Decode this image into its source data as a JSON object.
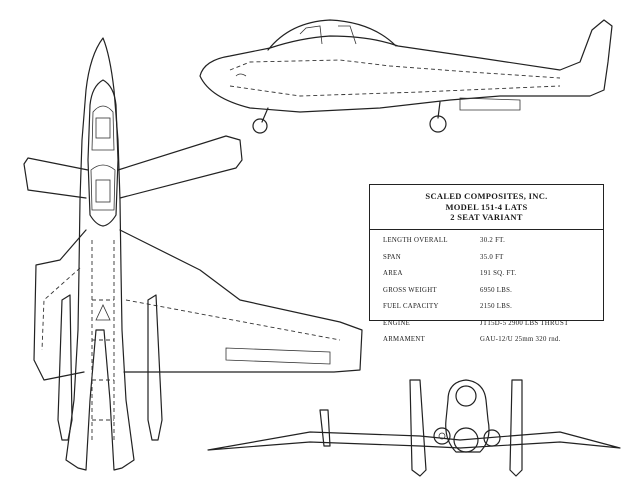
{
  "spec_table": {
    "title_lines": [
      "SCALED COMPOSITES, INC.",
      "MODEL 151-4 LATS",
      "2 SEAT VARIANT"
    ],
    "rows": [
      {
        "label": "LENGTH OVERALL",
        "value": "30.2 FT."
      },
      {
        "label": "SPAN",
        "value": "35.0 FT"
      },
      {
        "label": "AREA",
        "value": "191 SQ. FT."
      },
      {
        "label": "GROSS WEIGHT",
        "value": "6950 LBS."
      },
      {
        "label": "FUEL CAPACITY",
        "value": "2150 LBS."
      },
      {
        "label": "ENGINE",
        "value": "JT15D-5 2900 LBS THRUST"
      },
      {
        "label": "ARMAMENT",
        "value": "GAU-12/U 25mm 320 rnd."
      }
    ]
  }
}
